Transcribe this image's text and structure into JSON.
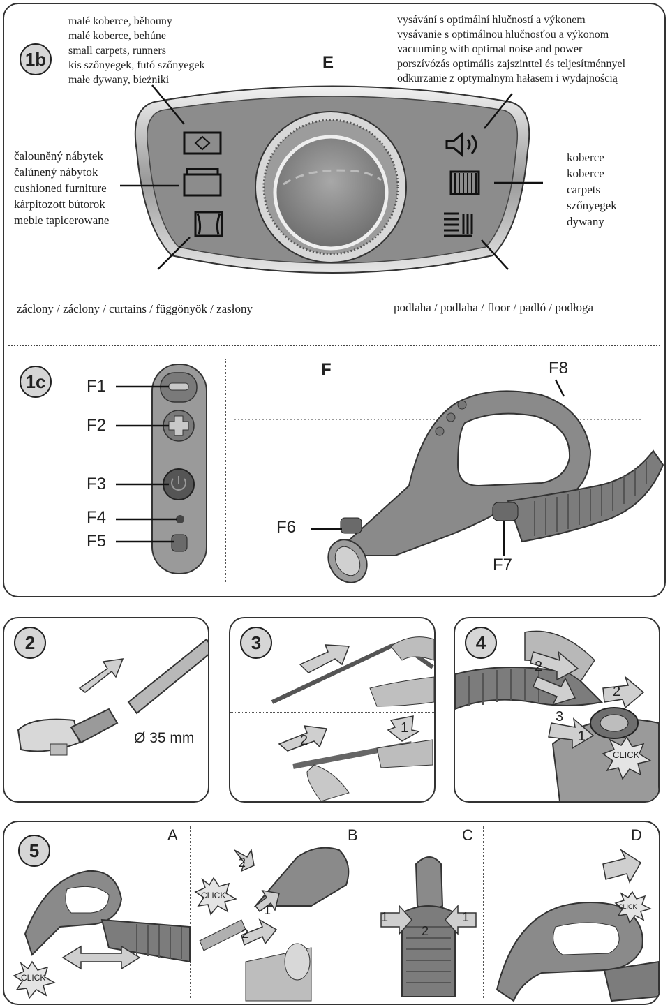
{
  "top_panel": {
    "badge_1b": "1b",
    "letter_e": "E",
    "top_left": [
      "malé koberce, běhouny",
      "malé koberce, behúne",
      "small carpets, runners",
      "kis szőnyegek, futó szőnyegek",
      "małe dywany, bieżniki"
    ],
    "top_right": [
      "vysávání s optimální hlučností a výkonem",
      "vysávanie s optimálnou hlučnosťou a výkonom",
      "vacuuming with optimal noise and power",
      "porszívózás optimális zajszinttel és teljesítménnyel",
      "odkurzanie z optymalnym hałasem i wydajnością"
    ],
    "mid_left": [
      "čalouněný nábytek",
      "čalúnený nábytok",
      "cushioned furniture",
      "kárpitozott bútorok",
      "meble tapicerowane"
    ],
    "mid_right": [
      "koberce",
      "koberce",
      "carpets",
      "szőnyegek",
      "dywany"
    ],
    "bottom_left": "záclony / záclony / curtains / függönyök / zasłony",
    "bottom_right": "podlaha / podlaha / floor / padló / podłoga",
    "badge_1c": "1c",
    "letter_f": "F",
    "labels": {
      "f1": "F1",
      "f2": "F2",
      "f3": "F3",
      "f4": "F4",
      "f5": "F5",
      "f6": "F6",
      "f7": "F7",
      "f8": "F8"
    }
  },
  "step2": {
    "badge": "2",
    "diameter": "Ø 35 mm"
  },
  "step3": {
    "badge": "3",
    "n1": "1",
    "n2": "2"
  },
  "step4": {
    "badge": "4",
    "n1": "1",
    "n2a": "2",
    "n2b": "2",
    "n3": "3",
    "click": "CLICK"
  },
  "step5": {
    "badge": "5",
    "A": "A",
    "B": "B",
    "C": "C",
    "D": "D",
    "a_click": "CLICK",
    "b_click": "CLICK",
    "b_n1": "1",
    "b_n2a": "2",
    "b_n2b": "2",
    "c_n1a": "1",
    "c_n1b": "1",
    "c_n2": "2",
    "d_click": "CLICK"
  },
  "colors": {
    "device": "#8c8c8c",
    "device_dark": "#5a5a5a",
    "chrome": "#c8c8c8",
    "badge": "#d6d6d6",
    "arrow": "#cfcfcf"
  }
}
